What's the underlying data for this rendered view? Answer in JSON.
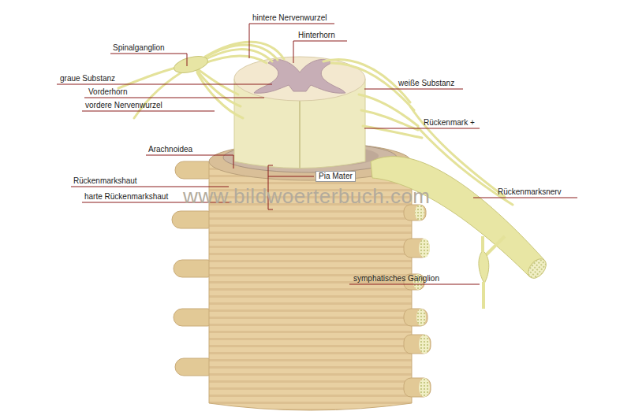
{
  "diagram": {
    "labels": [
      "hintere Nervenwurzel",
      "Hinterhorn",
      "Spinalganglion",
      "graue Substanz",
      "weiße Substanz",
      "Vorderhorn",
      "vordere Nervenwurzel",
      "Rückenmark +",
      "Arachnoidea",
      "Pia Mater",
      "Rückenmarkshaut",
      "harte Rückenmarkshaut",
      "Rückenmarksnerv",
      "symphatisches Ganglion",
      "www.bildwoerterbuch.com"
    ]
  }
}
